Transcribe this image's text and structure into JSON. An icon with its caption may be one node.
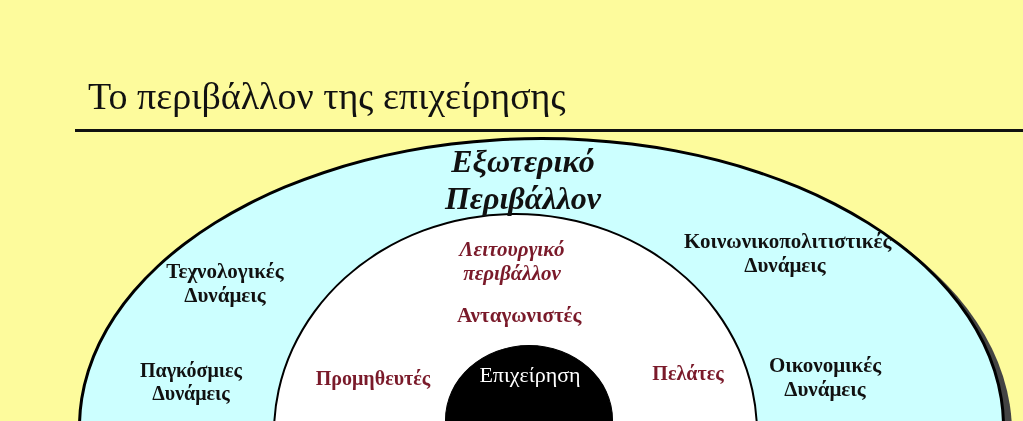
{
  "diagram": {
    "title": "Το περιβάλλον της επιχείρησης",
    "nodes": [
      {
        "text": [
          "Εξωτερικό Περιβάλλον",
          "Τεχνολογικές Δυνάμεις",
          "Κοινωνικοπολιτιστικές Δυνάμεις",
          "Παγκόσμιες Δυνάμεις",
          "Οικονομικές Δυνάμεις"
        ]
      },
      {
        "text": [
          "Λειτουργικό περιβάλλον",
          "Ανταγωνιστές",
          "Προμηθευτές",
          "Πελάτες"
        ],
        "in": 0
      },
      {
        "text": [
          "Επιχείρηση"
        ],
        "in": 1
      }
    ],
    "edges": []
  }
}
